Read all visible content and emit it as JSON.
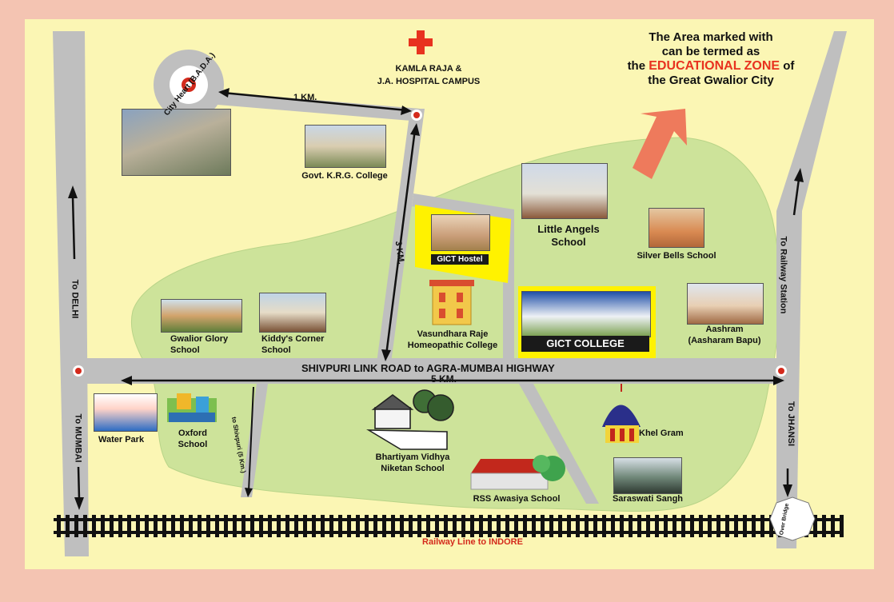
{
  "callout": {
    "line1": "The Area marked with",
    "line2": "can be termed as",
    "line3_pre": "the",
    "zone": "EDUCATIONAL ZONE",
    "line3_post": "of",
    "line4": "the Great Gwalior City"
  },
  "landmarks": {
    "hospital_line1": "KAMLA RAJA &",
    "hospital_line2": "J.A. HOSPITAL CAMPUS",
    "city_heart": "City Heart (B.A.D.A.)",
    "dist_1km": "1 KM.",
    "dist_3km": "3 KM.",
    "krg": "Govt. K.R.G. College",
    "little_angels_1": "Little Angels",
    "little_angels_2": "School",
    "silver_bells": "Silver Bells School",
    "gict_hostel": "GICT Hostel",
    "gict_college": "GICT COLLEGE",
    "vasundhara_1": "Vasundhara Raje",
    "vasundhara_2": "Homeopathic College",
    "aashram_1": "Aashram",
    "aashram_2": "(Aasharam Bapu)",
    "gwalior_glory_1": "Gwalior Glory",
    "gwalior_glory_2": "School",
    "kiddys_1": "Kiddy's Corner",
    "kiddys_2": "School",
    "road_name": "SHIVPURI LINK ROAD to AGRA-MUMBAI HIGHWAY",
    "dist_5km": "5 KM.",
    "water_park": "Water Park",
    "oxford_1": "Oxford",
    "oxford_2": "School",
    "shivpuri_road": "to Shivpuri (5 Km.)",
    "bhartiyam_1": "Bhartiyam Vidhya",
    "bhartiyam_2": "Niketan School",
    "rss": "RSS Awasiya School",
    "khel_gram": "Khel Gram",
    "saraswati": "Saraswati Sangh",
    "over_bridge": "Over Bridge",
    "railway": "Railway Line to INDORE",
    "to_delhi": "To DELHI",
    "to_mumbai": "To MUMBAI",
    "to_railway": "To Railway Station",
    "to_jhansi": "To JHANSI"
  },
  "colors": {
    "border": "#f4c4b2",
    "background": "#fbf6b4",
    "zone_green": "#cde39a",
    "road_gray": "#bfbfbf",
    "highlight_yellow": "#fff200",
    "accent_red": "#e8321f",
    "arrow_salmon": "#ee7a5c"
  }
}
